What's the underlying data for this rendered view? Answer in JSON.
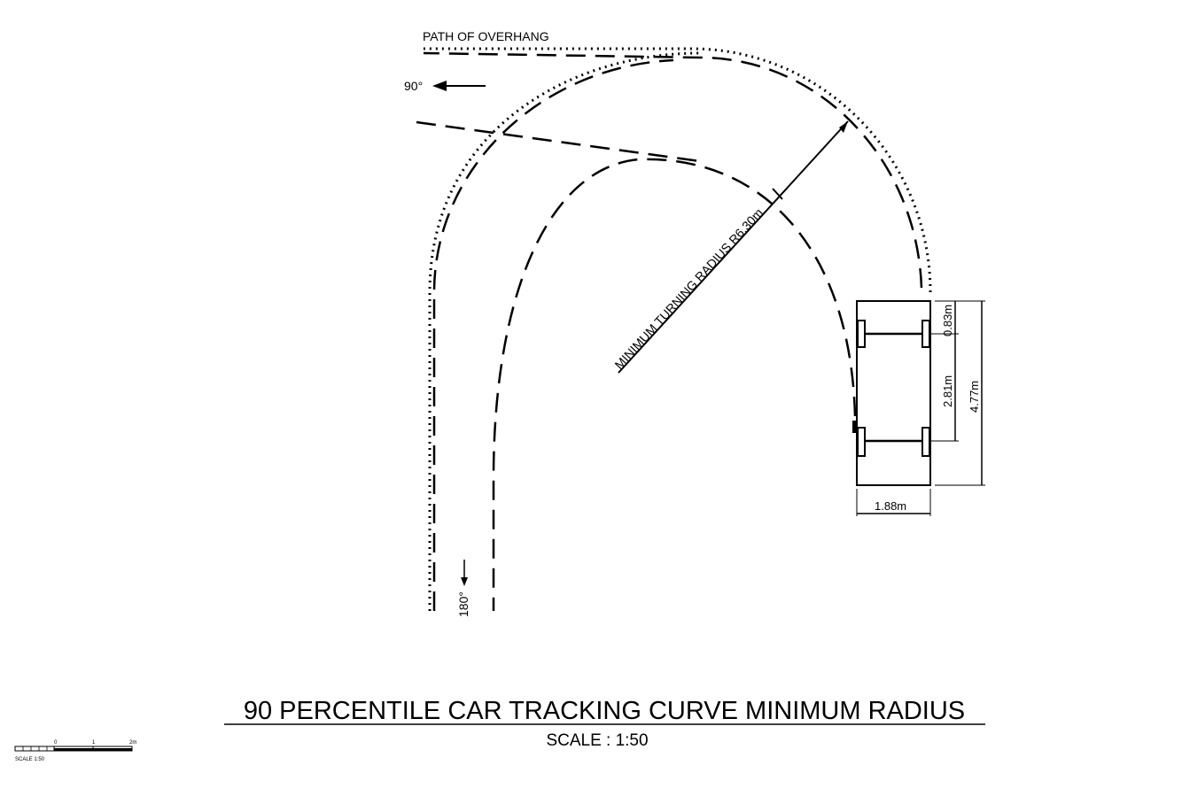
{
  "drawing": {
    "overhang_label": "PATH OF OVERHANG",
    "angle_90_label": "90°",
    "angle_180_label": "180°",
    "radius_label": "MINIMUM TURNING RADIUS R6.30m",
    "dimensions": {
      "front_overhang": "0.83m",
      "wheelbase": "2.81m",
      "overall_length": "4.77m",
      "width": "1.88m"
    },
    "title": "90 PERCENTILE CAR TRACKING CURVE MINIMUM RADIUS",
    "scale": "SCALE : 1:50",
    "scale_bar": {
      "tick_0": "0",
      "tick_1": "1",
      "tick_2": "2m",
      "caption": "SCALE 1:50"
    }
  }
}
